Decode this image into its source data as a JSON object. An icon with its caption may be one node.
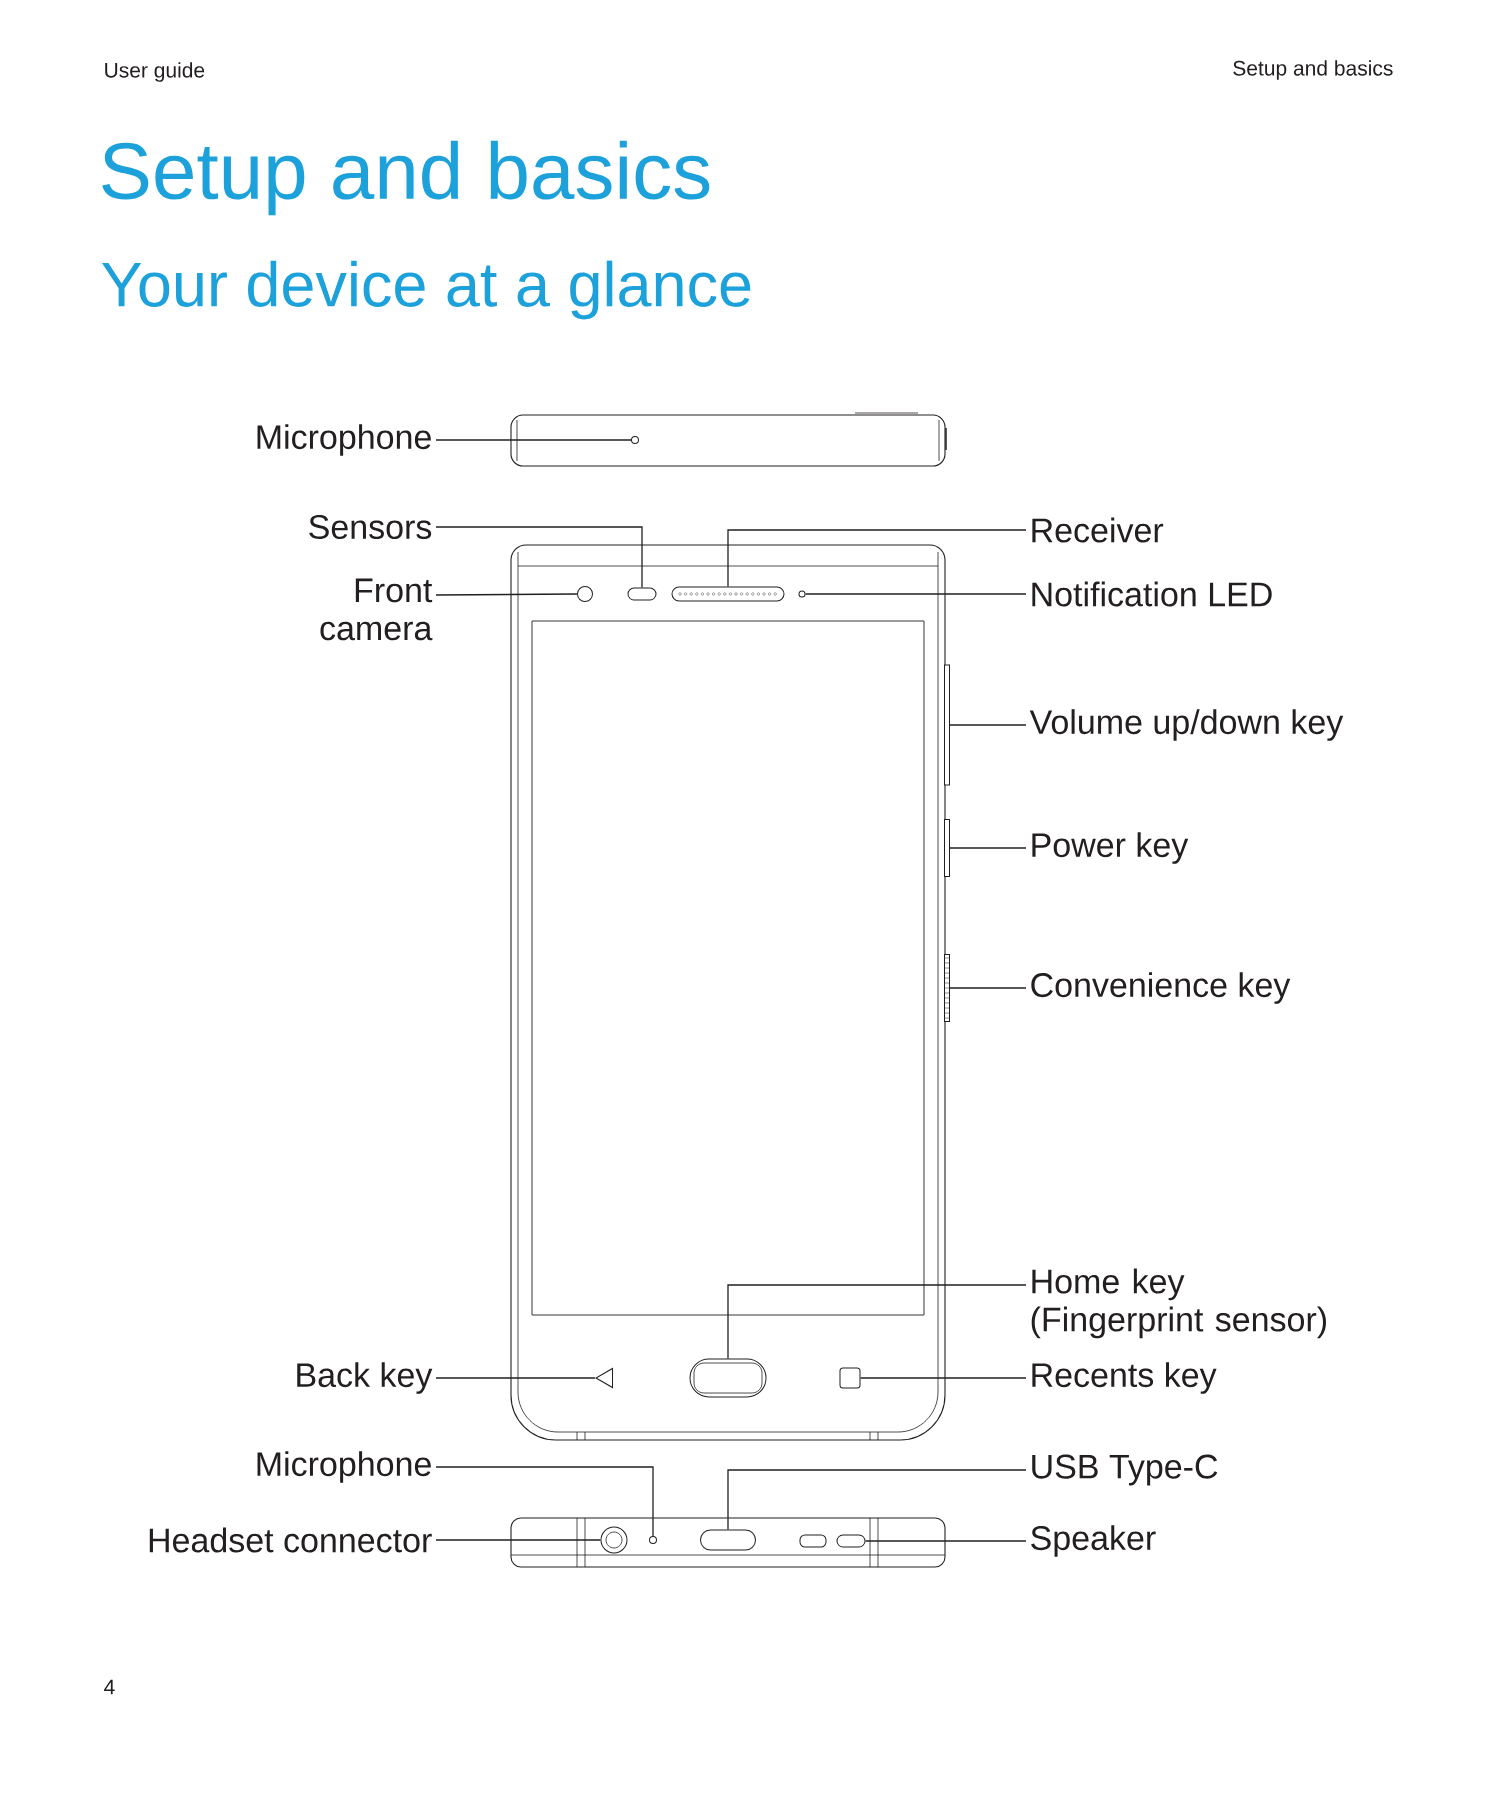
{
  "diagram": {
    "title": "Setup and basics",
    "nodes": [
      {
        "text": [
          "Microphone"
        ]
      },
      {
        "text": [],
        "shape": "circle"
      },
      {
        "text": [
          "Sensors"
        ]
      },
      {
        "text": [
          "Receiver"
        ]
      },
      {
        "text": [],
        "shape": "box"
      },
      {
        "text": [],
        "shape": "box"
      },
      {
        "text": [
          "Front camera"
        ]
      },
      {
        "text": [],
        "shape": "circle"
      },
      {
        "text": [],
        "shape": "circle"
      },
      {
        "text": [
          "Notification LED"
        ]
      },
      {
        "text": [
          "Volume up/down key"
        ]
      },
      {
        "text": [],
        "shape": "bar"
      },
      {
        "text": [
          "Power key"
        ]
      },
      {
        "text": [],
        "shape": "bar"
      },
      {
        "text": [
          "Convenience key"
        ]
      },
      {
        "text": [],
        "shape": "bar"
      },
      {
        "text": [
          "Home key (Fingerprint sensor)"
        ]
      },
      {
        "text": [],
        "shape": "box"
      },
      {
        "text": [
          "Back key"
        ]
      },
      {
        "text": [],
        "shape": "triangle"
      },
      {
        "text": [],
        "shape": "box"
      },
      {
        "text": [
          "Recents key"
        ]
      },
      {
        "text": [
          "Microphone"
        ]
      },
      {
        "text": [
          "USB Type-C"
        ]
      },
      {
        "text": [
          "Headset connector"
        ]
      },
      {
        "text": [],
        "shape": "circle"
      },
      {
        "text": [],
        "shape": "circle"
      },
      {
        "text": [],
        "shape": "box"
      },
      {
        "text": [],
        "shape": "box"
      },
      {
        "text": [
          "Speaker"
        ]
      }
    ],
    "edges": [
      {
        "from": 0,
        "to": 1,
        "arrow": "none"
      },
      {
        "from": 2,
        "to": 4,
        "arrow": "none"
      },
      {
        "from": 3,
        "to": 5,
        "arrow": "none"
      },
      {
        "from": 6,
        "to": 7,
        "arrow": "none"
      },
      {
        "from": 9,
        "to": 8,
        "arrow": "none"
      },
      {
        "from": 10,
        "to": 11,
        "arrow": "none"
      },
      {
        "from": 12,
        "to": 13,
        "arrow": "none"
      },
      {
        "from": 14,
        "to": 15,
        "arrow": "none"
      },
      {
        "from": 16,
        "to": 17,
        "arrow": "none"
      },
      {
        "from": 18,
        "to": 19,
        "arrow": "none"
      },
      {
        "from": 21,
        "to": 20,
        "arrow": "none"
      },
      {
        "from": 22,
        "to": 26,
        "arrow": "none"
      },
      {
        "from": 23,
        "to": 27,
        "arrow": "none"
      },
      {
        "from": 24,
        "to": 25,
        "arrow": "none"
      },
      {
        "from": 29,
        "to": 28,
        "arrow": "none"
      }
    ],
    "labels": [
      "User guide",
      "Setup and basics",
      "Your device at a glance",
      "4"
    ]
  }
}
